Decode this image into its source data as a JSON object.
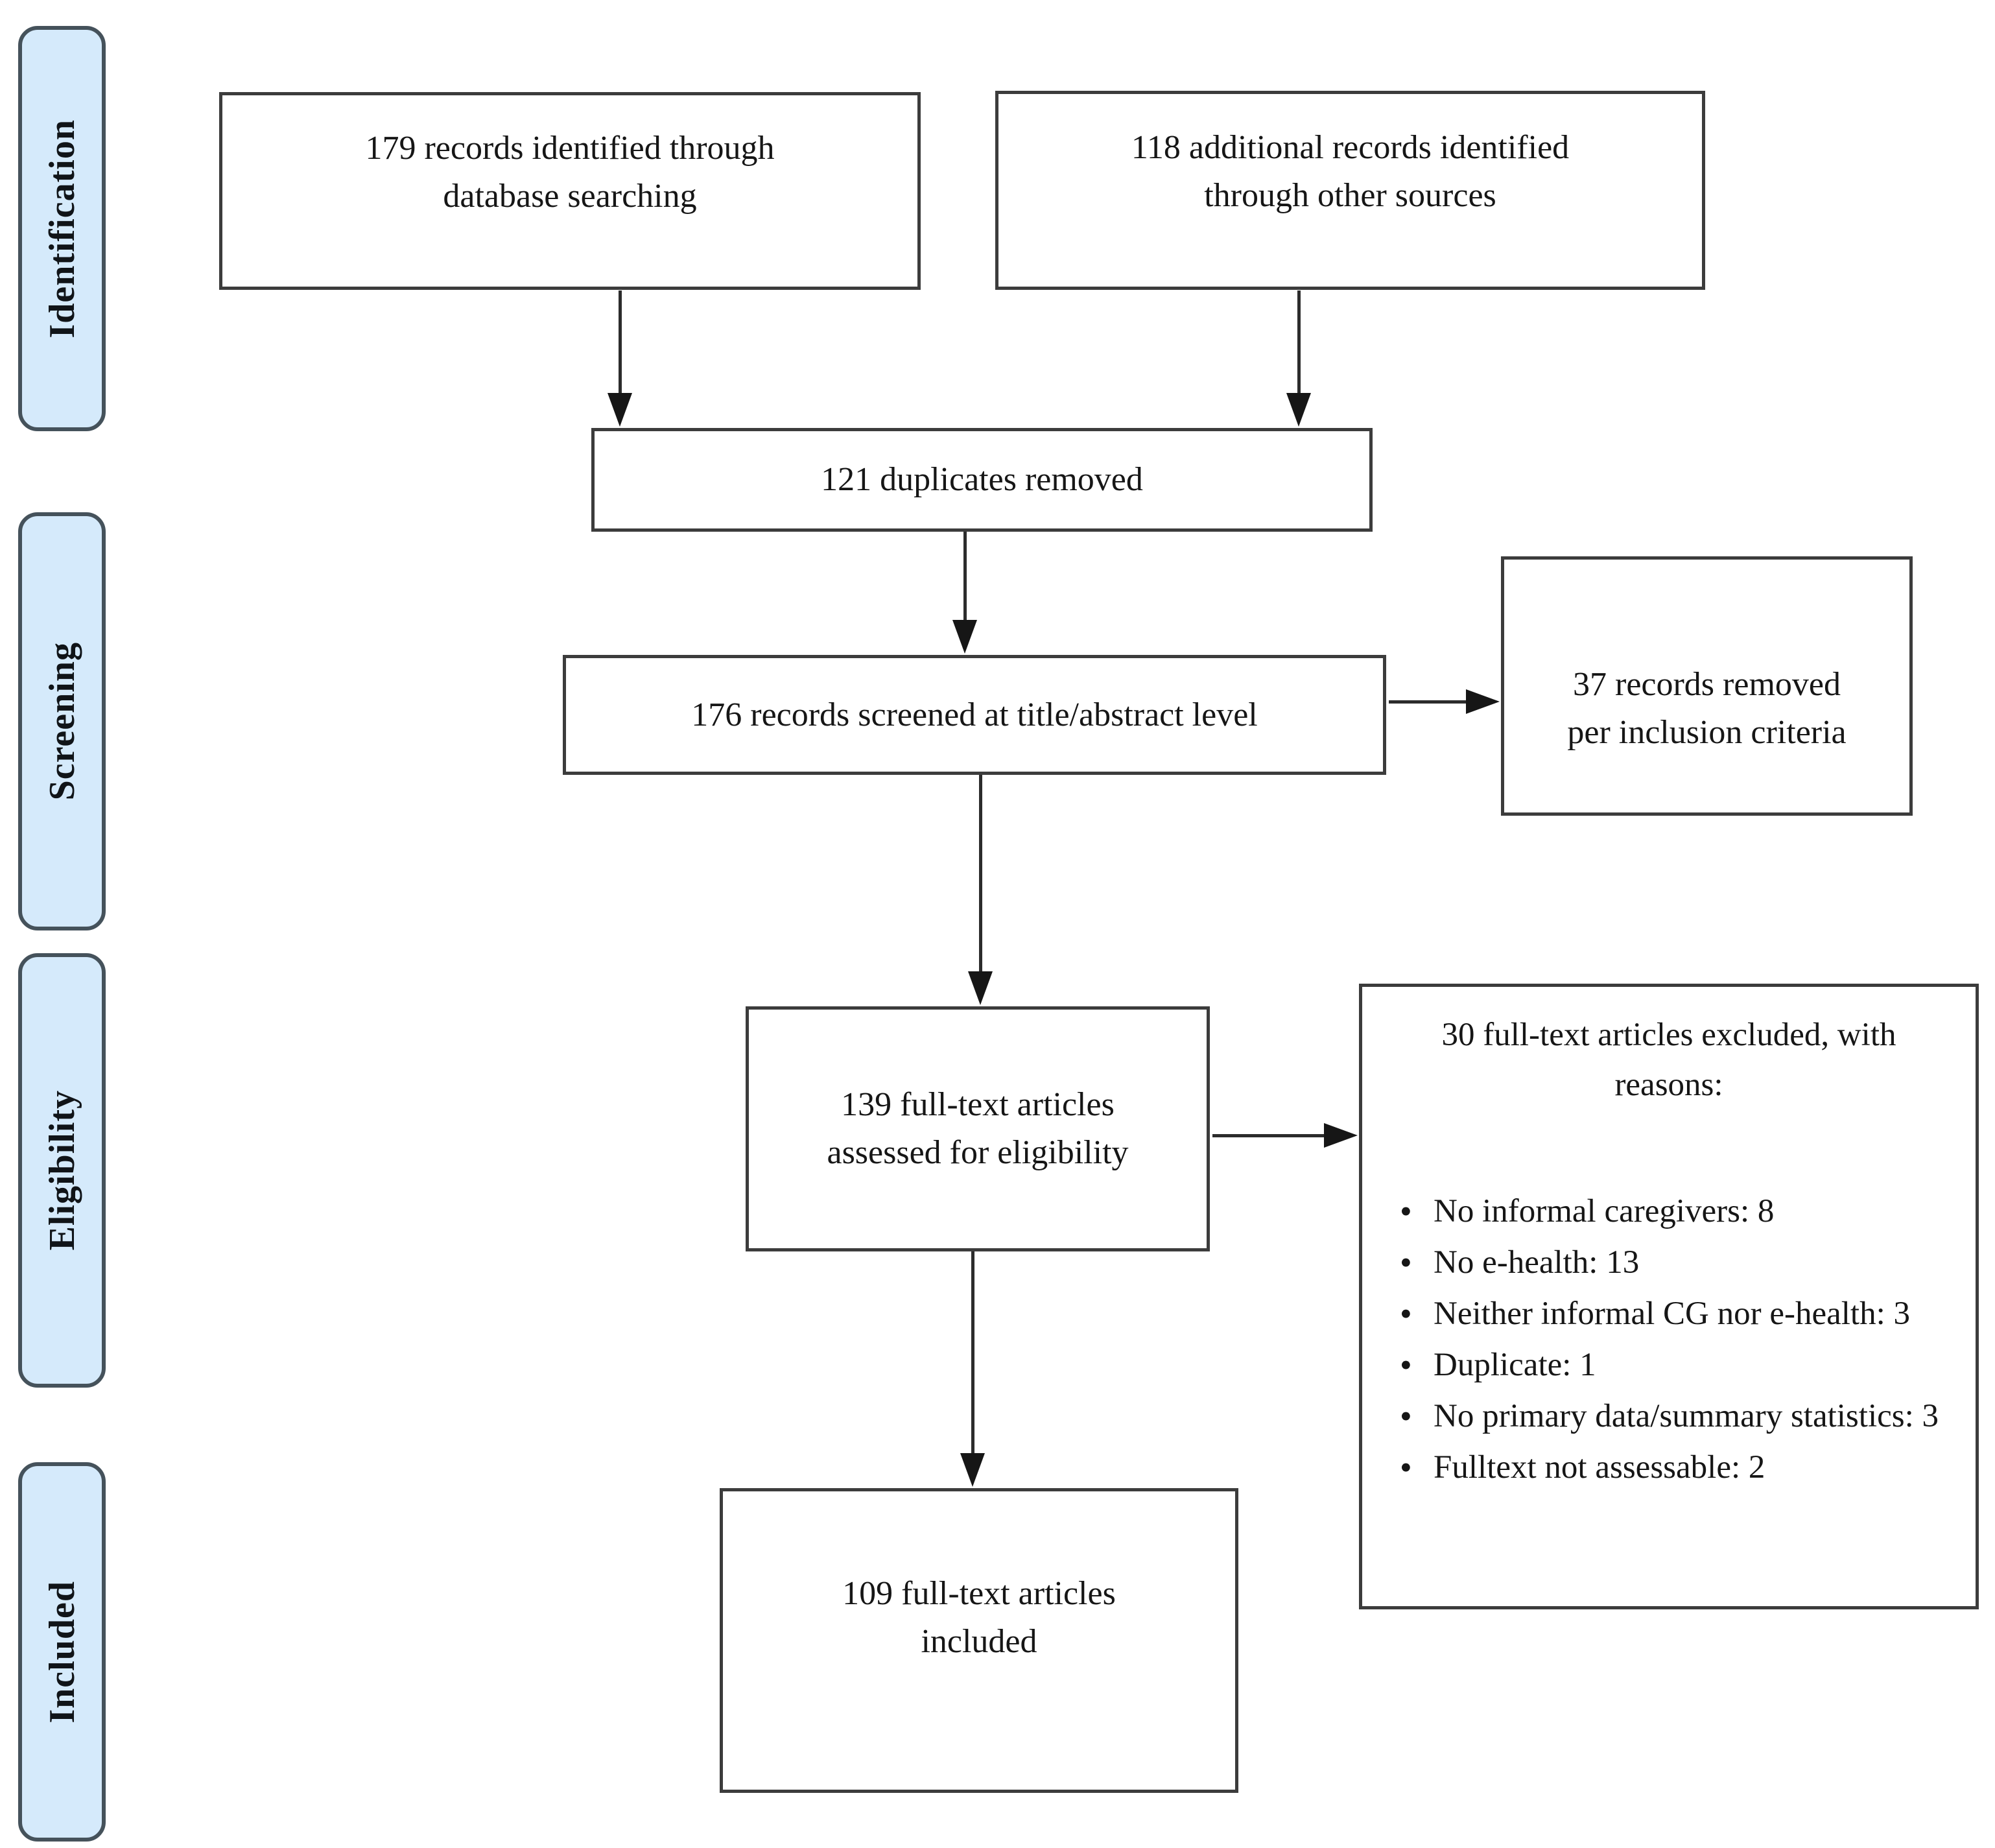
{
  "diagram": {
    "stages": [
      {
        "label": "Identification"
      },
      {
        "label": "Screening"
      },
      {
        "label": "Eligibility"
      },
      {
        "label": "Included"
      }
    ],
    "boxes": {
      "database_search": "179 records identified through\ndatabase searching",
      "other_sources": "118 additional records identified\nthrough other sources",
      "duplicates_removed": "121 duplicates removed",
      "records_screened": "176 records screened at title/abstract level",
      "records_removed": "37 records removed\nper inclusion criteria",
      "fulltext_assessed": "139 full-text articles\nassessed for eligibility",
      "fulltext_included": "109 full-text articles\nincluded"
    },
    "excluded": {
      "header": "30 full-text articles excluded, with\nreasons:",
      "reasons": [
        "No informal caregivers: 8",
        "No e-health: 13",
        "Neither informal CG nor e-health: 3",
        "Duplicate: 1",
        "No primary data/summary statistics: 3",
        "Fulltext not assessable: 2"
      ]
    },
    "colors": {
      "stage_fill": "#d5eafb",
      "stage_border": "#45525b",
      "box_border": "#3c3c3c",
      "arrow": "#161616",
      "background": "#ffffff",
      "text": "#161616"
    }
  }
}
